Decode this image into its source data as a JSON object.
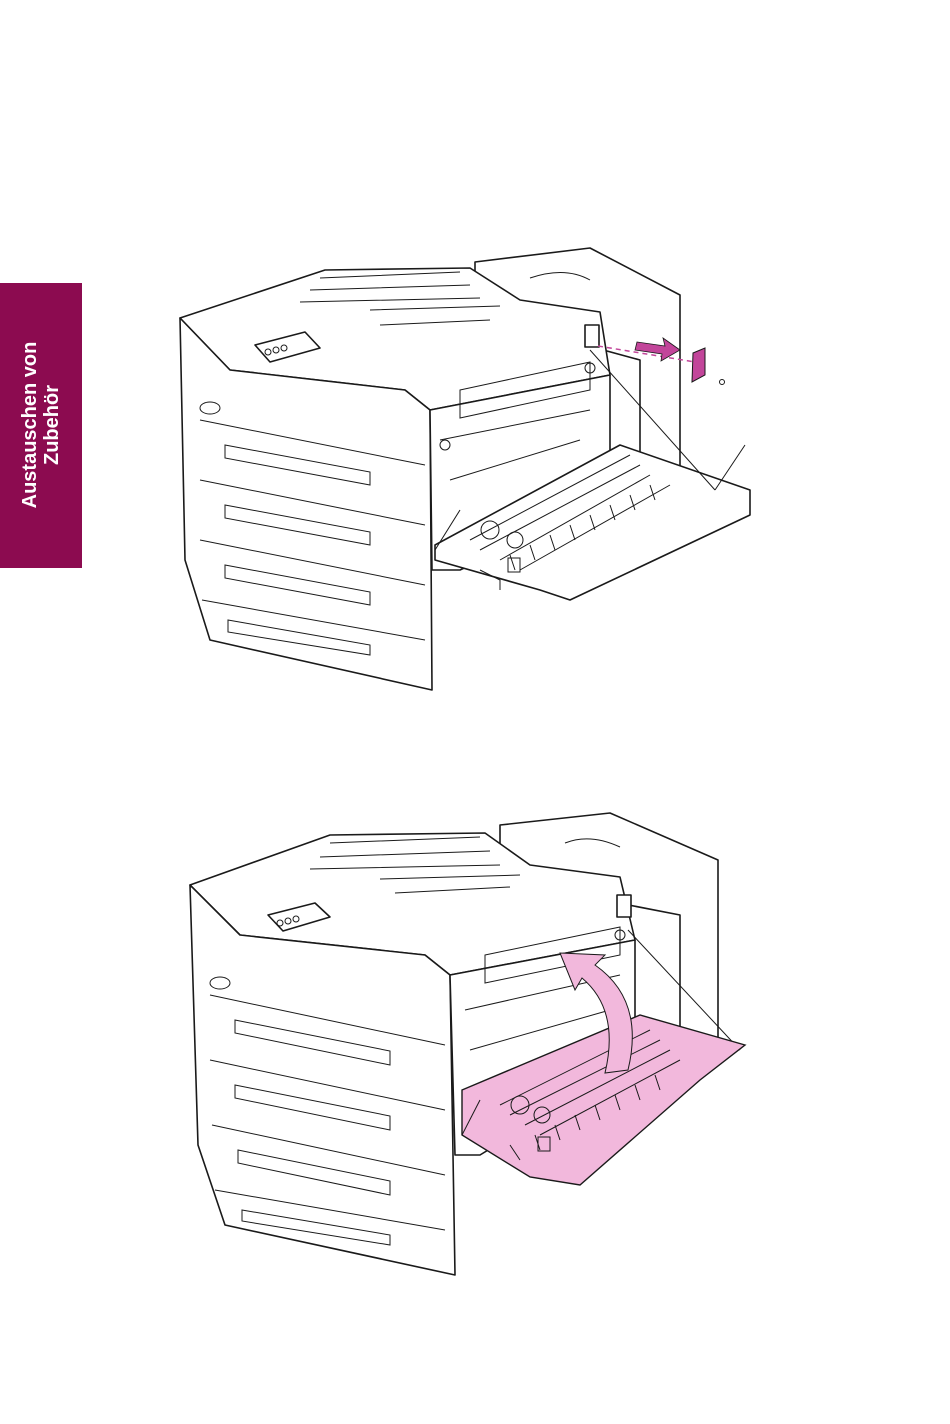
{
  "side_tab": {
    "line1": "Austauschen von",
    "line2": "Zubehör",
    "color": "#8c0b50"
  },
  "figures": [
    {
      "name": "remove-cover-illustration",
      "accent": "#c2459a"
    },
    {
      "name": "close-door-illustration",
      "accent": "#f2b8dc"
    }
  ]
}
